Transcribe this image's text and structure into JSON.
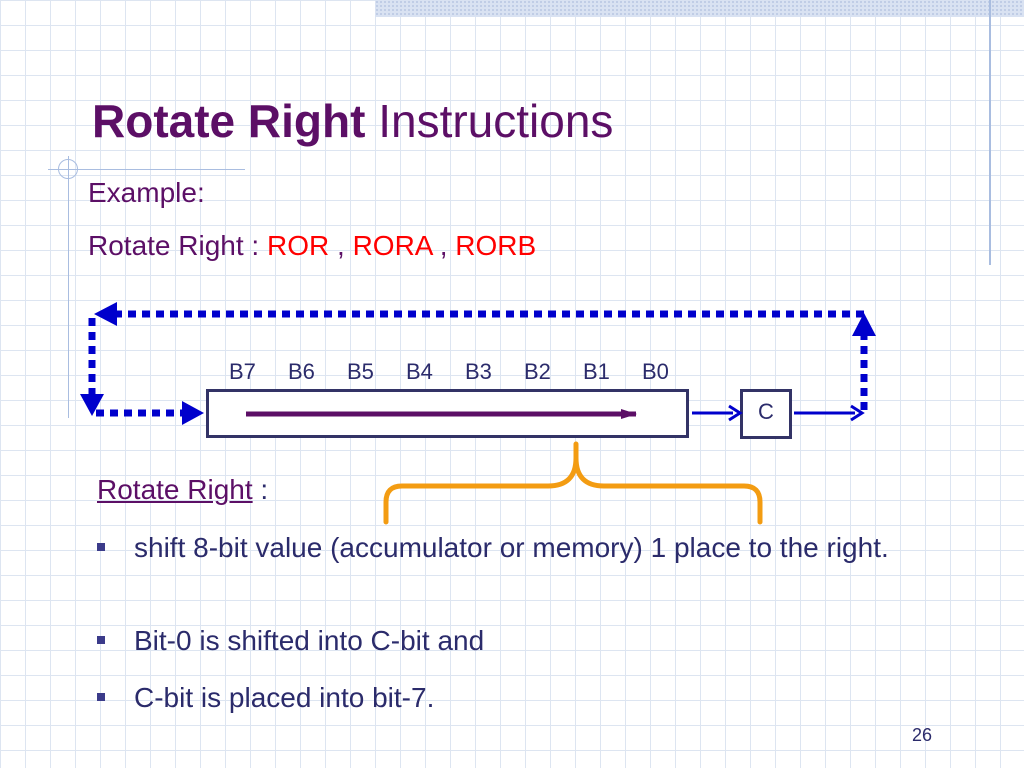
{
  "slide": {
    "title_bold": "Rotate Right",
    "title_rest": " Instructions",
    "example_label": "Example:",
    "rotate_label": "Rotate Right : ",
    "instr1": "ROR",
    "sep1": " , ",
    "instr2": "RORA",
    "sep2": " , ",
    "instr3": "RORB",
    "bits": [
      "B7",
      "B6",
      "B5",
      "B4",
      "B3",
      "B2",
      "B1",
      "B0"
    ],
    "carry_label": "C",
    "subhead": "Rotate Right",
    "subhead_colon": " :",
    "bullets": [
      "shift 8-bit value (accumulator or memory) 1 place to the right.",
      "Bit-0 is shifted into C-bit and",
      "C-bit is placed into bit-7."
    ],
    "page_number": "26"
  },
  "colors": {
    "title": "#5c0f66",
    "instructions": "#ff0000",
    "dotted_arrow": "#0000cc",
    "shift_arrow": "#5c0f66",
    "brace": "#f39c12",
    "register_border": "#333366"
  }
}
